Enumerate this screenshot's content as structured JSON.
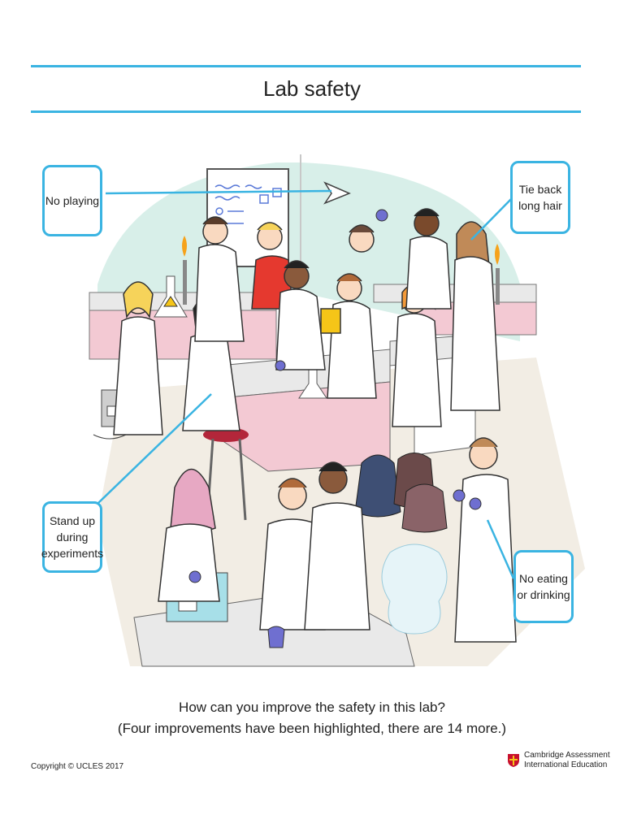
{
  "header": {
    "title": "Lab safety"
  },
  "callouts": {
    "no_playing": "No playing",
    "tie_back_hair": [
      "Tie back",
      "long hair"
    ],
    "stand_up": [
      "Stand up",
      "during",
      "experiments"
    ],
    "no_eating": [
      "No eating",
      "or drinking"
    ]
  },
  "question": {
    "line1": "How can you improve the safety in this lab?",
    "line2": "(Four improvements have been highlighted, there are 14 more.)"
  },
  "footer": {
    "copyright": "Copyright © UCLES 2017",
    "brand_line1": "Cambridge Assessment",
    "brand_line2": "International Education"
  },
  "colors": {
    "accent": "#3ab4e2",
    "wall": "#d8efe9",
    "bench_pink": "#f3c9d3",
    "lab_coat": "#ffffff",
    "glove": "#6f6fd0"
  }
}
